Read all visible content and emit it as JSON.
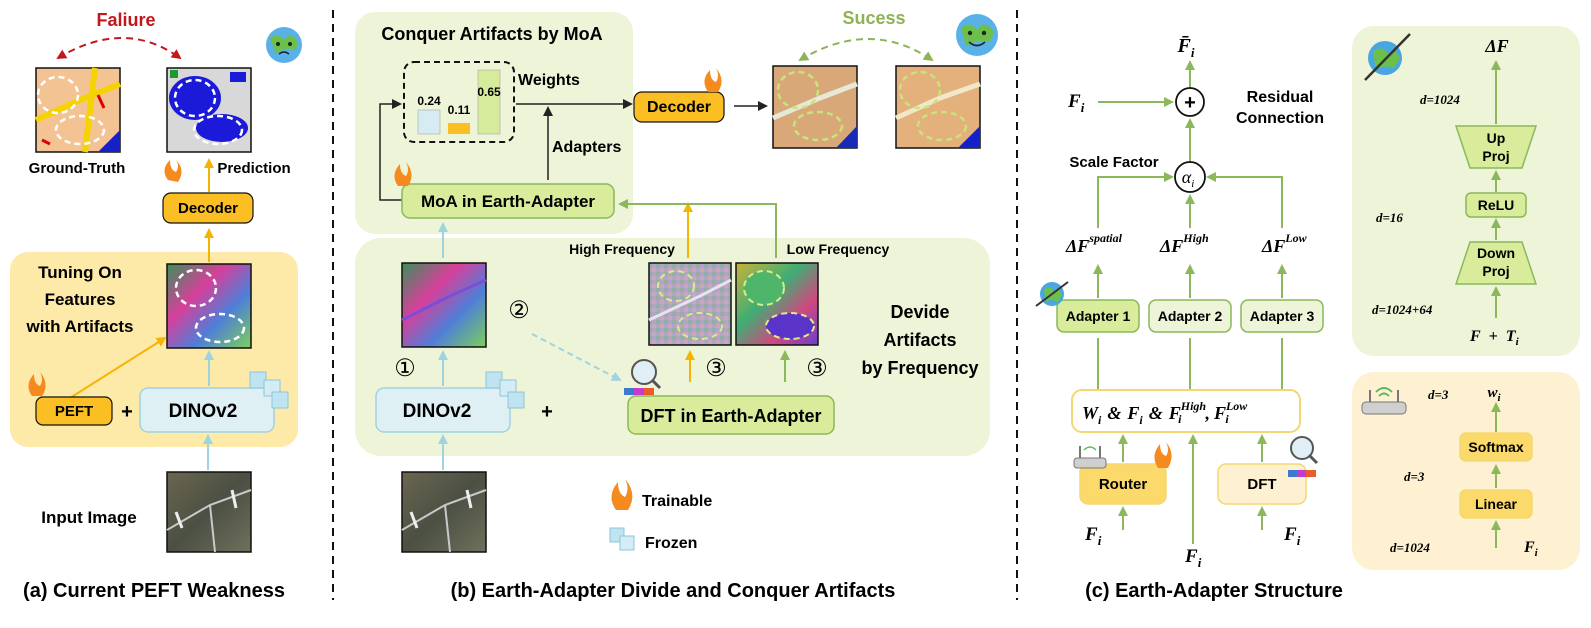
{
  "panel_a": {
    "caption": "(a) Current PEFT Weakness",
    "failure_label": "Faliure",
    "ground_truth_label": "Ground-Truth",
    "prediction_label": "Prediction",
    "decoder_label": "Decoder",
    "tuning_label_1": "Tuning On",
    "tuning_label_2": "Features",
    "tuning_label_3": "with Artifacts",
    "peft_label": "PEFT",
    "plus": "+",
    "dinov2_label": "DINOv2",
    "input_image_label": "Input Image"
  },
  "panel_b": {
    "caption": "(b) Earth-Adapter Divide and Conquer Artifacts",
    "conquer_title": "Conquer Artifacts by MoA",
    "success_label": "Sucess",
    "weights_label": "Weights",
    "weight_values": [
      "0.24",
      "0.11",
      "0.65"
    ],
    "decoder_label": "Decoder",
    "adapters_label": "Adapters",
    "moa_label": "MoA in Earth-Adapter",
    "high_freq_label": "High Frequency",
    "low_freq_label": "Low Frequency",
    "divide_label_1": "Devide",
    "divide_label_2": "Artifacts",
    "divide_label_3": "by Frequency",
    "step1": "①",
    "step2": "②",
    "step3": "③",
    "dinov2_label": "DINOv2",
    "plus": "+",
    "dft_label": "DFT in Earth-Adapter",
    "legend_trainable": "Trainable",
    "legend_frozen": "Frozen"
  },
  "panel_c": {
    "caption": "(c) Earth-Adapter Structure",
    "f_bar": "F̄",
    "f_bar_sub": "i",
    "f_i": "F",
    "sub_i": "i",
    "plus_symbol": "+",
    "alpha": "α",
    "residual_1": "Residual",
    "residual_2": "Connection",
    "scale_factor": "Scale Factor",
    "delta_f": "ΔF",
    "sup_spatial": "spatial",
    "sup_high": "High",
    "sup_low": "Low",
    "adapter1": "Adapter 1",
    "adapter2": "Adapter 2",
    "adapter3": "Adapter 3",
    "w": "W",
    "amp": "&",
    "comma": ",",
    "router_label": "Router",
    "dft_label": "DFT",
    "adapter_detail": {
      "delta_f": "ΔF",
      "d_1024": "d=1024",
      "up_proj_1": "Up",
      "up_proj_2": "Proj",
      "relu": "ReLU",
      "d_16": "d=16",
      "down_proj_1": "Down",
      "down_proj_2": "Proj",
      "d_1088": "d=1024+64",
      "f_plus_t_f": "F",
      "f_plus_t_plus": "+",
      "f_plus_t_t": "T"
    },
    "router_detail": {
      "d_3_top": "d=3",
      "w_i": "w",
      "softmax": "Softmax",
      "d_3_mid": "d=3",
      "linear": "Linear",
      "d_1024": "d=1024",
      "f_i": "F"
    }
  },
  "colors": {
    "panel_a_bg": "#fde9a8",
    "panel_b_bg": "#eef4d8",
    "panel_c_bg": "#eef4d8",
    "router_bg": "#fdf1d2",
    "decoder": "#fbbf24",
    "green_box": "#d8ec9c",
    "green_arrow": "#8ab85a",
    "cyan_arrow": "#9fd3e0",
    "orange_arrow": "#f5b400",
    "failure_red": "#c0181b",
    "success_green": "#8db356"
  }
}
